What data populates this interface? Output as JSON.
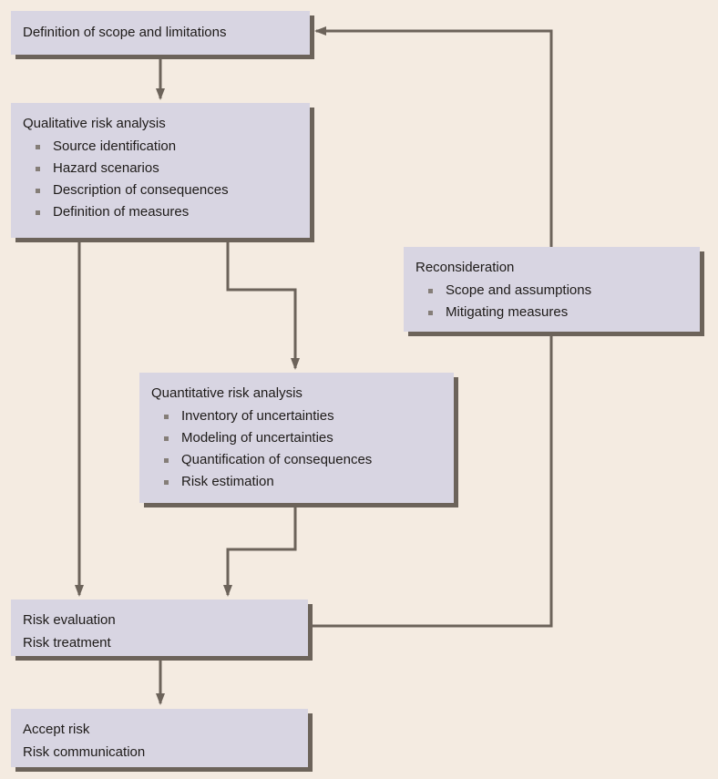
{
  "colors": {
    "background": "#f4ebe1",
    "box_fill": "#d8d5e2",
    "box_shadow": "#6c635a",
    "line": "#6c635a",
    "text": "#1e1b19",
    "bullet": "#857e78"
  },
  "icons": {
    "bullet": "small-square",
    "arrowhead": "slim-triangle"
  },
  "boxes": {
    "scope": {
      "title": "Definition of scope and limitations"
    },
    "qualitative": {
      "title": "Qualitative risk analysis",
      "bullets": [
        "Source identification",
        "Hazard scenarios",
        "Description of consequences",
        "Definition of measures"
      ]
    },
    "reconsideration": {
      "title": "Reconsideration",
      "bullets": [
        "Scope and assumptions",
        "Mitigating measures"
      ]
    },
    "quantitative": {
      "title": "Quantitative risk analysis",
      "bullets": [
        "Inventory of uncertainties",
        "Modeling of uncertainties",
        "Quantification of consequences",
        "Risk estimation"
      ]
    },
    "evaluation": {
      "lines": [
        "Risk evaluation",
        "Risk treatment"
      ]
    },
    "accept": {
      "lines": [
        "Accept risk",
        "Risk communication"
      ]
    }
  }
}
